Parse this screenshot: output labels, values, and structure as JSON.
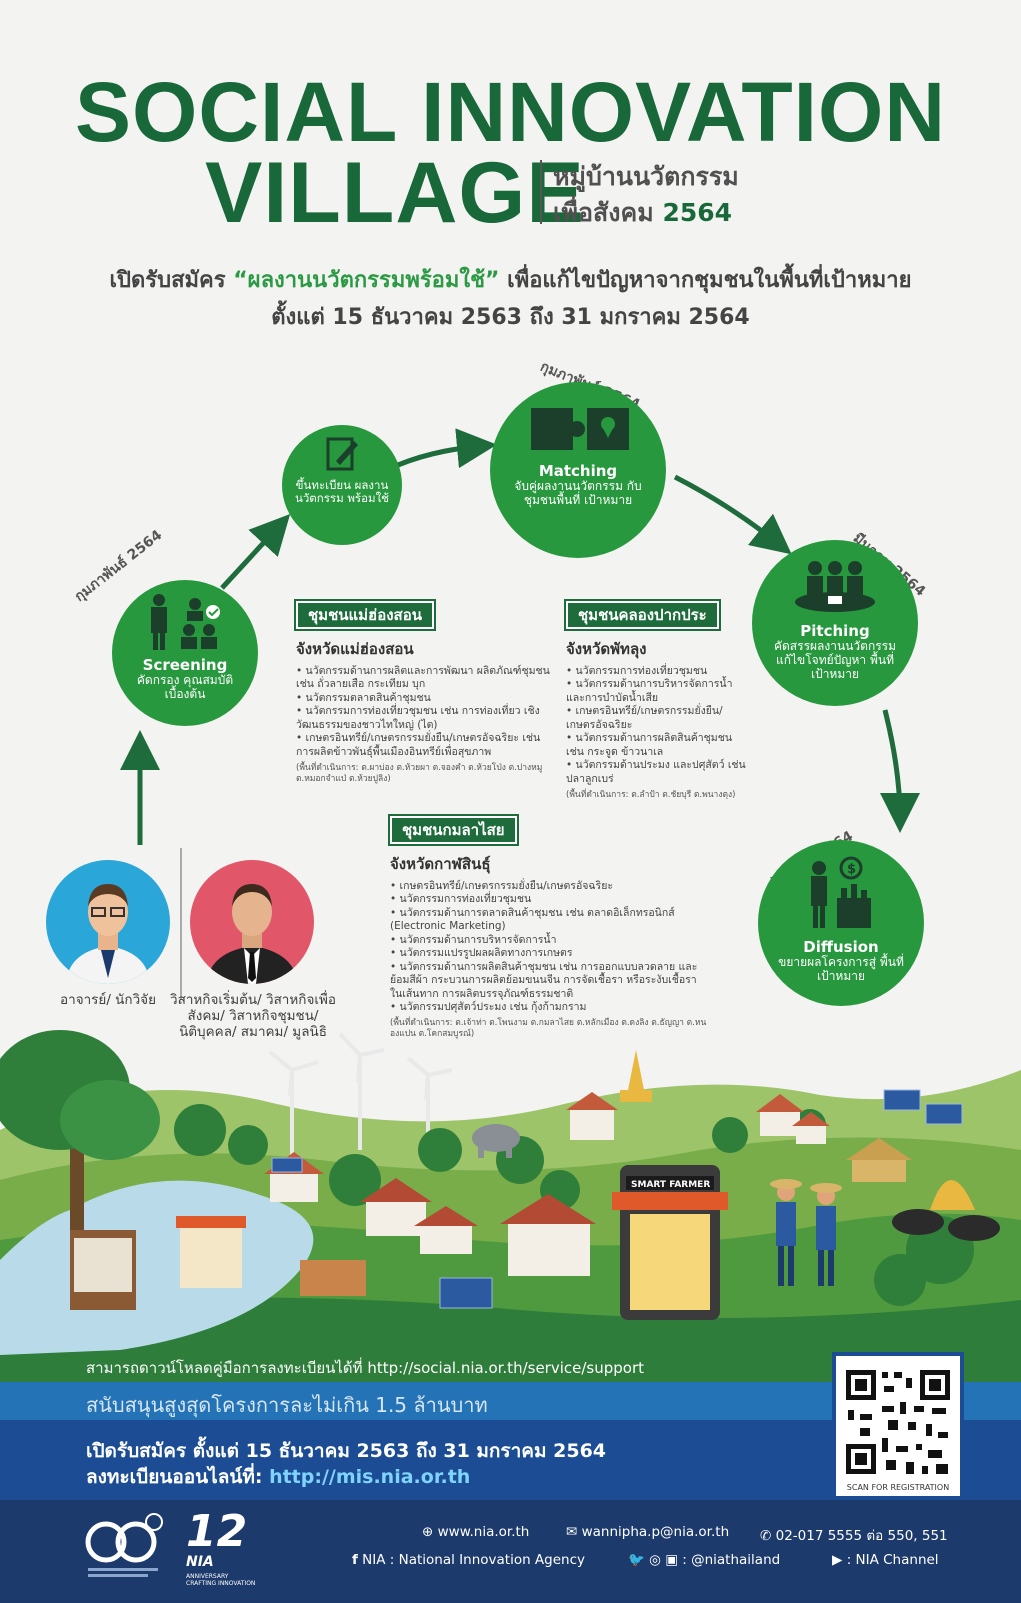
{
  "header": {
    "title_line1": "SOCIAL INNOVATION",
    "title_line2": "VILLAGE",
    "th_title_line1": "หมู่บ้านนวัตกรรม",
    "th_title_line2_prefix": "เพื่อสังคม",
    "th_title_year": "2564",
    "intro_prefix": "เปิดรับสมัคร",
    "intro_highlight": "“ผลงานนวัตกรรมพร้อมใช้”",
    "intro_suffix": "เพื่อแก้ไขปัญหาจากชุมชนในพื้นที่เป้าหมาย",
    "intro_dates": "ตั้งแต่ 15 ธันวาคม 2563 ถึง 31 มกราคม 2564"
  },
  "process": {
    "register": {
      "desc": "ขึ้นทะเบียน ผลงานนวัตกรรม พร้อมใช้"
    },
    "screening": {
      "name": "Screening",
      "desc": "คัดกรอง คุณสมบัติ เบื้องต้น",
      "date": "กุมภาพันธ์ 2564"
    },
    "matching": {
      "name": "Matching",
      "desc": "จับคู่ผลงานนวัตกรรม กับชุมชนพื้นที่ เป้าหมาย",
      "date": "กุมภาพันธ์ 2564"
    },
    "pitching": {
      "name": "Pitching",
      "desc": "คัดสรรผลงานนวัตกรรม แก้ไขโจทย์ปัญหา พื้นที่เป้าหมาย",
      "date": "มีนาคม 2564"
    },
    "diffusion": {
      "name": "Diffusion",
      "desc": "ขยายผลโครงการสู่ พื้นที่เป้าหมาย",
      "date": "เมษายน 2564"
    }
  },
  "communities": [
    {
      "tag": "ชุมชนแม่ฮ่องสอน",
      "province": "จังหวัดแม่ฮ่องสอน",
      "items": [
        "นวัตกรรมด้านการผลิตและการพัฒนา ผลิตภัณฑ์ชุมชน เช่น ถั่วลายเสือ กระเทียม บุก",
        "นวัตกรรมตลาดสินค้าชุมชน",
        "นวัตกรรมการท่องเที่ยวชุมชน เช่น การท่องเที่ยว เชิงวัฒนธรรมของชาวไทใหญ่ (ไต)",
        "เกษตรอินทรีย์/เกษตรกรรมยั่งยืน/เกษตรอัจฉริยะ เช่น การผลิตข้าวพันธุ์พื้นเมืองอินทรีย์เพื่อสุขภาพ"
      ],
      "note": "(พื้นที่ดำเนินการ: ต.ผาบ่อง ต.ห้วยผา ต.จองคำ ต.ห้วยโป่ง ต.ปางหมู ต.หมอกจำแป่ ต.ห้วยปูลิง)"
    },
    {
      "tag": "ชุมชนคลองปากประ",
      "province": "จังหวัดพัทลุง",
      "items": [
        "นวัตกรรมการท่องเที่ยวชุมชน",
        "นวัตกรรมด้านการบริหารจัดการน้ำ และการบำบัดน้ำเสีย",
        "เกษตรอินทรีย์/เกษตรกรรมยั่งยืน/ เกษตรอัจฉริยะ",
        "นวัตกรรมด้านการผลิตสินค้าชุมชน เช่น กระจูด ข้าวนาเล",
        "นวัตกรรมด้านประมง และปศุสัตว์ เช่น ปลาลูกเบร่"
      ],
      "note": "(พื้นที่ดำเนินการ: ต.ลำป้า ต.ชัยบุรี ต.พนางตุง)"
    },
    {
      "tag": "ชุมชนกมลาไสย",
      "province": "จังหวัดกาฬสินธุ์",
      "items": [
        "เกษตรอินทรีย์/เกษตรกรรมยั่งยืน/เกษตรอัจฉริยะ",
        "นวัตกรรมการท่องเที่ยวชุมชน",
        "นวัตกรรมด้านการตลาดสินค้าชุมชน เช่น ตลาดอิเล็กทรอนิกส์ (Electronic Marketing)",
        "นวัตกรรมด้านการบริหารจัดการน้ำ",
        "นวัตกรรมแปรรูปผลผลิตทางการเกษตร",
        "นวัตกรรมด้านการผลิตสินค้าชุมชน เช่น การออกแบบลวดลาย และย้อมสีผ้า กระบวนการผลิตย้อมขนนจีน การจัดเชื้อรา หรือระงับเชื้อราในเส้นทาก การผลิตบรรจุภัณฑ์ธรรมชาติ",
        "นวัตกรรมปศุสัตว์ประมง เช่น กุ้งก้ามกราม"
      ],
      "note": "(พื้นที่ดำเนินการ: ต.เจ้าท่า ต.โพนงาม ต.กมลาไสย ต.หลักเมือง ต.ดงลิง ต.ธัญญา ต.หนองแปน ต.โคกสมบูรณ์)"
    }
  ],
  "people": {
    "academic": "อาจารย์/ นักวิจัย",
    "business": "วิสาหกิจเริ่มต้น/ วิสาหกิจเพื่อสังคม/ วิสาหกิจชุมชน/ นิติบุคคล/ สมาคม/ มูลนิธิ"
  },
  "illustration": {
    "smart_farmer_sign": "SMART   FARMER"
  },
  "bottom": {
    "download_text": "สามารถดาวน์โหลดคู่มือการลงทะเบียนได้ที่ http://social.nia.or.th/service/support",
    "max_support": "สนับสนุนสูงสุดโครงการละไม่เกิน 1.5 ล้านบาท",
    "register_dates": "เปิดรับสมัคร ตั้งแต่ 15 ธันวาคม 2563 ถึง 31 มกราคม 2564",
    "register_online_label": "ลงทะเบียนออนไลน์ที่:",
    "register_online_url": "http://mis.nia.or.th",
    "qr_label": "SCAN FOR REGISTRATION"
  },
  "footer": {
    "website": "www.nia.or.th",
    "email": "wannipha.p@nia.or.th",
    "phone": "02-017 5555 ต่อ 550, 551",
    "facebook": "NIA : National Innovation Agency",
    "social_handle": ": @niathailand",
    "youtube": ": NIA Channel",
    "logo_12_text": "12",
    "logo_nia_text": "NIA",
    "anniversary_text": "ANNIVERSARY",
    "crafting_text": "CRAFTING INNOVATION"
  },
  "colors": {
    "brand_green": "#19683a",
    "circle_green": "#27983e",
    "blue_light": "#2473b6",
    "blue_dark": "#1c4d94",
    "footer_navy": "#1c3a6b"
  }
}
